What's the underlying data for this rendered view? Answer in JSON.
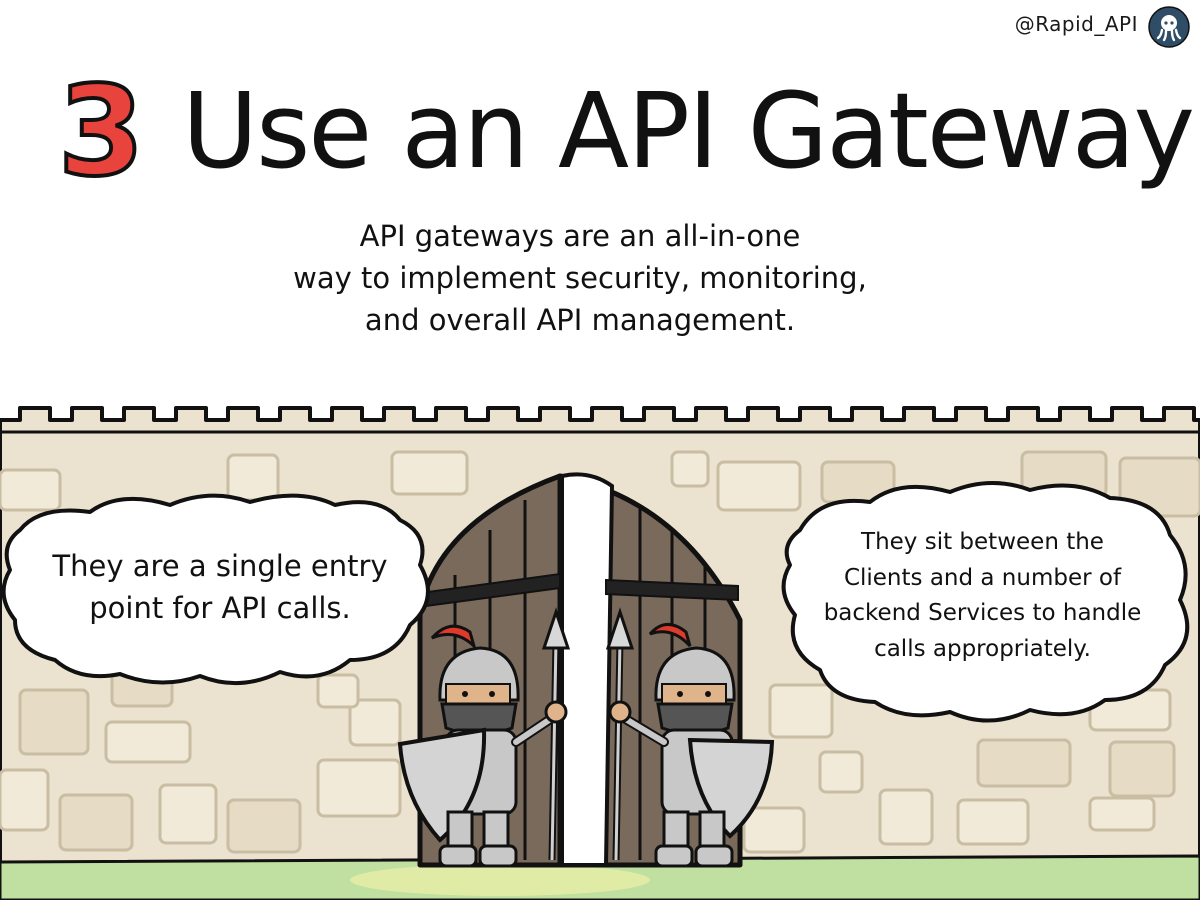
{
  "header": {
    "handle": "@Rapid_API",
    "logo_icon": "octopus-logo-icon"
  },
  "title": {
    "number": "3",
    "text": "Use an API Gateway"
  },
  "intro": {
    "lines": [
      "API gateways are an all-in-one",
      "way to implement security, monitoring,",
      "and overall API management."
    ]
  },
  "bubbles": {
    "left": {
      "lines": [
        "They are a single entry",
        "point for API calls."
      ]
    },
    "right": {
      "lines": [
        "They sit between the",
        "Clients and a number of",
        "backend Services to handle",
        "calls appropriately."
      ]
    }
  },
  "colors": {
    "title_number": "#e8443d",
    "wall": "#ebe2cf",
    "stone": "#f2ead8",
    "gate_wood": "#7a6a5c",
    "knight_plume": "#e03a2c",
    "armor": "#c8c8c8",
    "grass": "#bfe0a0"
  }
}
